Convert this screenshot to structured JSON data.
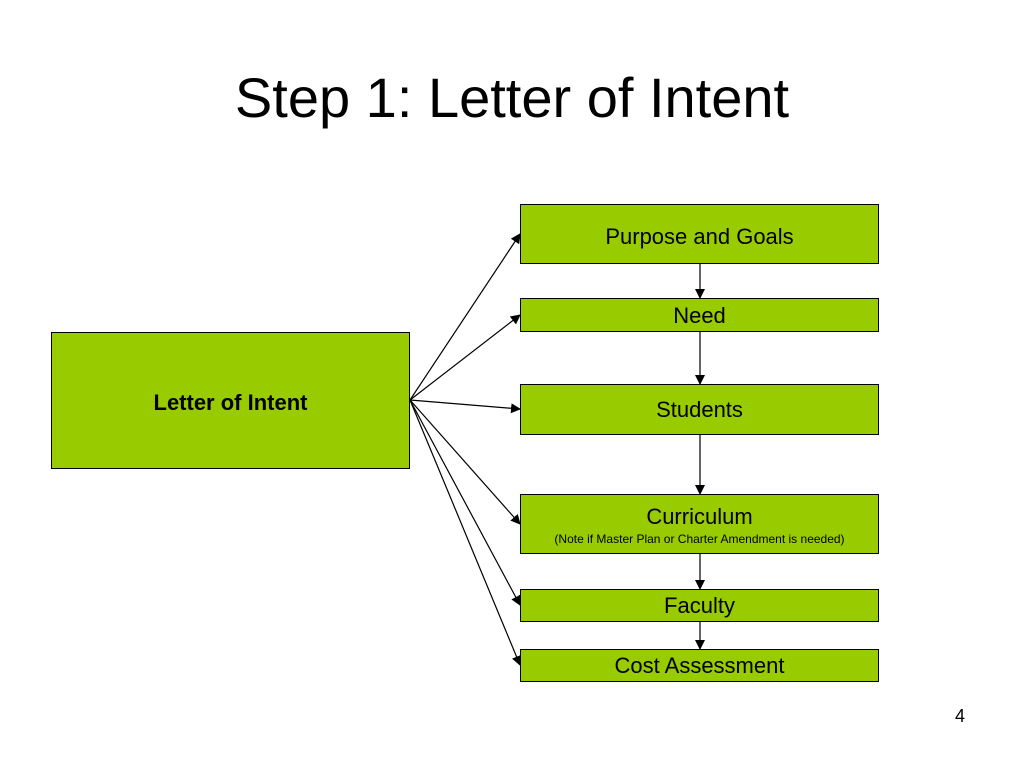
{
  "slide": {
    "title": "Step 1: Letter of Intent",
    "page_number": "4"
  },
  "diagram": {
    "source": {
      "label": "Letter of Intent"
    },
    "steps": [
      {
        "label": "Purpose and Goals",
        "note": ""
      },
      {
        "label": "Need",
        "note": ""
      },
      {
        "label": "Students",
        "note": ""
      },
      {
        "label": "Curriculum",
        "note": "(Note if Master Plan or Charter Amendment is needed)"
      },
      {
        "label": "Faculty",
        "note": ""
      },
      {
        "label": "Cost Assessment",
        "note": ""
      }
    ],
    "box_fill": "#99cc00",
    "line_color": "#000000"
  }
}
